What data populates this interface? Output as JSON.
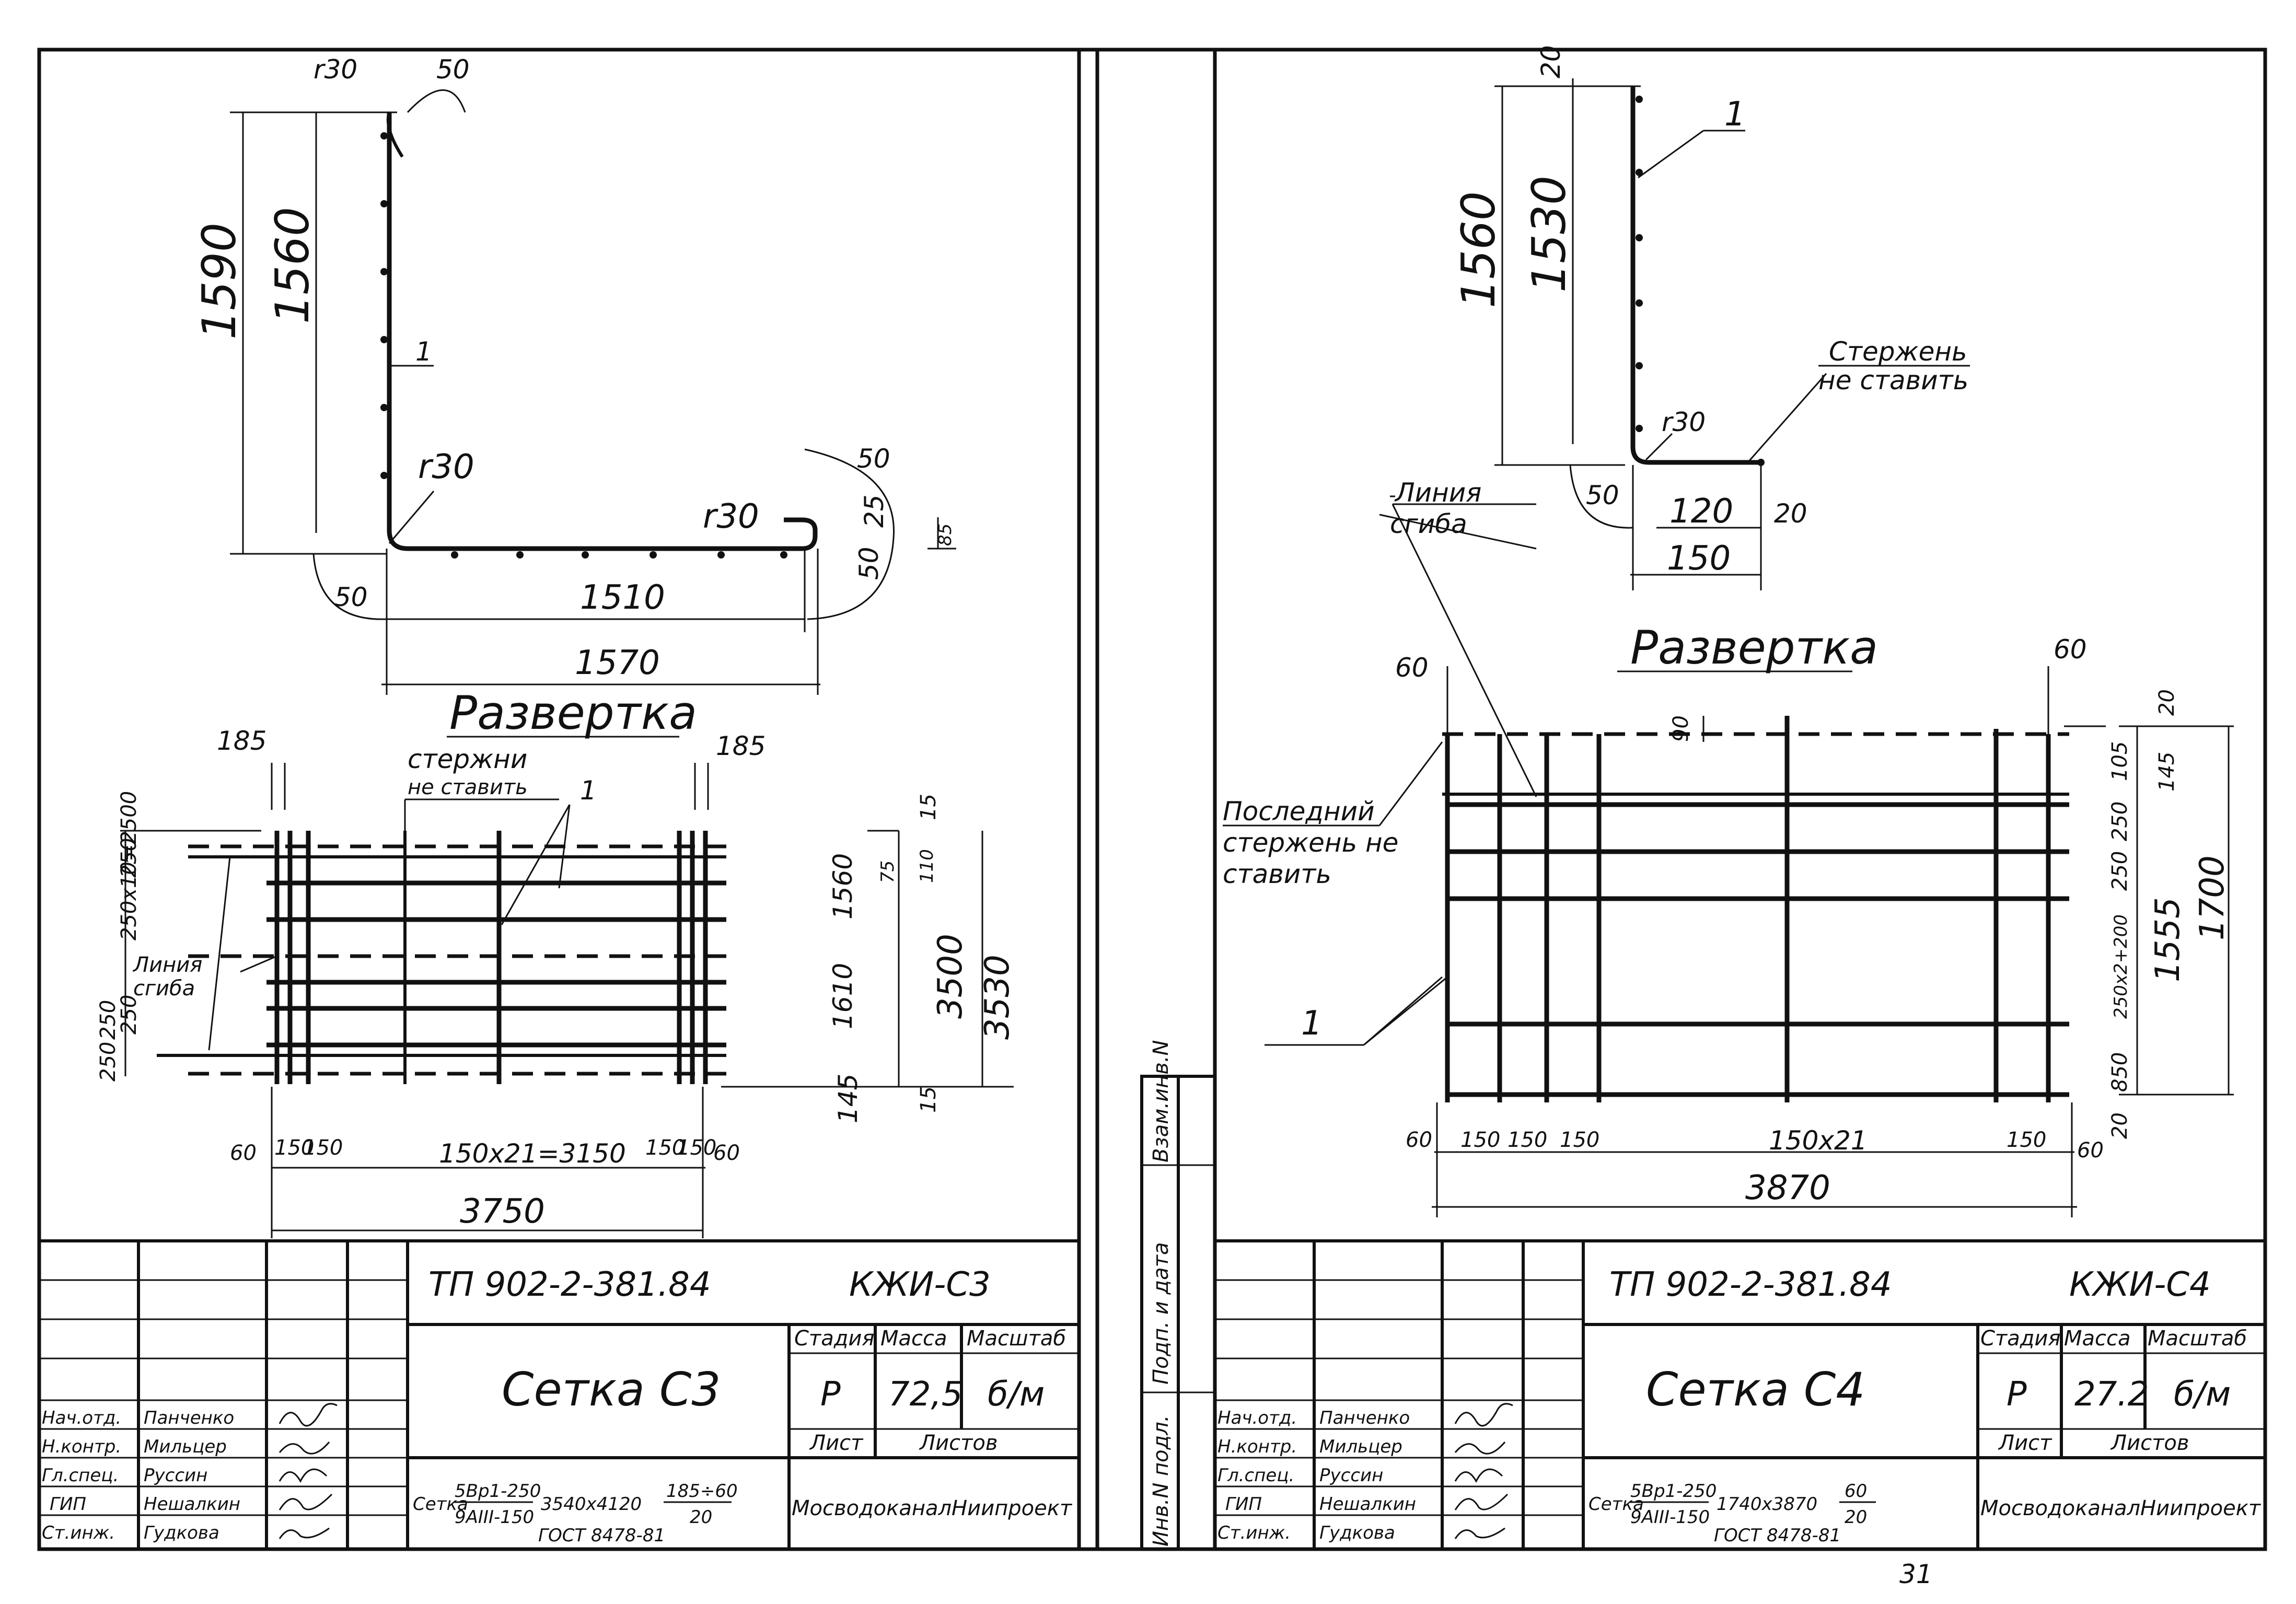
{
  "left": {
    "drawing": {
      "r_top": "r30",
      "angle_top": "50",
      "h_outer": "1590",
      "h_inner": "1560",
      "pos": "1",
      "r_corner": "r30",
      "r_end": "r30",
      "end_a": "50",
      "end_b": "25",
      "end_c": "50",
      "end_d": "85",
      "bend": "50",
      "w_inner": "1510",
      "w_outer": "1570"
    },
    "unfold": {
      "title": "Развертка",
      "off_l": "185",
      "off_r": "185",
      "note1": "стержни",
      "note2": "не ставить",
      "pos": "1",
      "line1": "Линия",
      "line2": "сгиба",
      "lv1": "250",
      "lv2": "250x10=2500",
      "lv3": "250",
      "lv4": "250",
      "lv5": "250",
      "rv1": "15",
      "rv2": "1560",
      "rv3": "75",
      "rv4": "110",
      "rv5": "1610",
      "rv6": "3500",
      "rv7": "3530",
      "rv8": "145",
      "rv9": "15",
      "b1": "60",
      "b2": "150",
      "b3": "150",
      "b4": "150x21=3150",
      "b5": "150",
      "b6": "150",
      "b7": "60",
      "total": "3750"
    },
    "stamp": {
      "doc": "ТП 902-2-381.84",
      "code": "КЖИ-С3",
      "name": "Сетка С3",
      "h_stage": "Стадия",
      "h_mass": "Масса",
      "h_scale": "Масштаб",
      "stage": "Р",
      "mass": "72,5",
      "scale": "б/м",
      "h_sheet": "Лист",
      "h_sheets": "Листов",
      "org": "МосводоканалНиипроект",
      "spec_pre": "Сетка",
      "spec_num": "5Вр1-250",
      "spec_den": "9АIII-150",
      "spec_size": "3540x4120",
      "spec_fn": "185÷60",
      "spec_fd": "20",
      "spec_gost": "ГОСТ 8478-81",
      "roles": [
        "Нач.отд.",
        "Н.контр.",
        "Гл.спец.",
        "ГИП",
        "Ст.инж."
      ],
      "names": [
        "Панченко",
        "Мильцер",
        "Руссин",
        "Нешалкин",
        "Гудкова"
      ]
    }
  },
  "right": {
    "drawing": {
      "top_dim": "20",
      "pos": "1",
      "h_outer": "1560",
      "h_inner": "1530",
      "note1": "Стержень",
      "note2": "не ставить",
      "r": "r30",
      "bend": "50",
      "d1": "120",
      "d2": "20",
      "d3": "150"
    },
    "unfold": {
      "title": "Развертка",
      "line1": "Линия",
      "line2": "сгиба",
      "last1": "Последний",
      "last2": "стержень не",
      "last3": "ставить",
      "off_l": "60",
      "off_r": "60",
      "gap": "90",
      "pos": "1",
      "rv1": "20",
      "rv2": "105",
      "rv3": "145",
      "rv4": "250",
      "rv5": "250",
      "rv6": "250x2+200",
      "rv7": "850",
      "rv8": "1555",
      "rv9": "1700",
      "rv10": "20",
      "b1": "60",
      "b2": "150",
      "b3": "150",
      "b4": "150",
      "b5": "150x21",
      "b6": "150",
      "b7": "60",
      "total": "3870"
    },
    "stamp": {
      "doc": "ТП 902-2-381.84",
      "code": "КЖИ-С4",
      "name": "Сетка С4",
      "h_stage": "Стадия",
      "h_mass": "Масса",
      "h_scale": "Масштаб",
      "stage": "Р",
      "mass": "27.2",
      "scale": "б/м",
      "h_sheet": "Лист",
      "h_sheets": "Листов",
      "org": "МосводоканалНиипроект",
      "spec_pre": "Сетка",
      "spec_num": "5Вр1-250",
      "spec_den": "9АIII-150",
      "spec_size": "1740x3870",
      "spec_fn": "60",
      "spec_fd": "20",
      "spec_gost": "ГОСТ 8478-81",
      "roles": [
        "Нач.отд.",
        "Н.контр.",
        "Гл.спец.",
        "ГИП",
        "Ст.инж."
      ],
      "names": [
        "Панченко",
        "Мильцер",
        "Руссин",
        "Нешалкин",
        "Гудкова"
      ]
    }
  },
  "side": {
    "inv_sub": "Инв.N подл.",
    "sign_date": "Подп. и дата",
    "inv_rep": "Взам.инв.N"
  },
  "page_number": "31"
}
